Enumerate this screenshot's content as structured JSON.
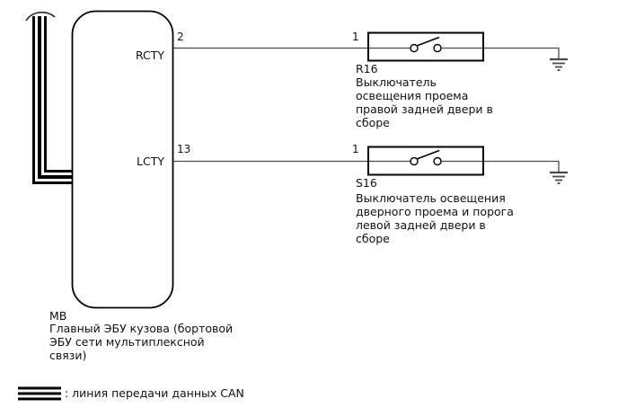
{
  "colors": {
    "outline": "#000000",
    "wire": "#4a4a4a",
    "background": "#ffffff"
  },
  "ecu": {
    "label": "MB",
    "description": "Главный ЭБУ кузова (бортовой\nЭБУ сети мультиплексной\nсвязи)",
    "pins": [
      {
        "name": "RCTY",
        "number": "2"
      },
      {
        "name": "LCTY",
        "number": "13"
      }
    ]
  },
  "switches": [
    {
      "id": "R16",
      "pin": "1",
      "description": "Выключатель\nосвещения проема\nправой задней двери в\nсборе"
    },
    {
      "id": "S16",
      "pin": "1",
      "description": "Выключатель освещения\nдверного проема и порога\nлевой задней двери в\nсборе"
    }
  ],
  "legend": {
    "label": ": линия передачи данных CAN"
  }
}
